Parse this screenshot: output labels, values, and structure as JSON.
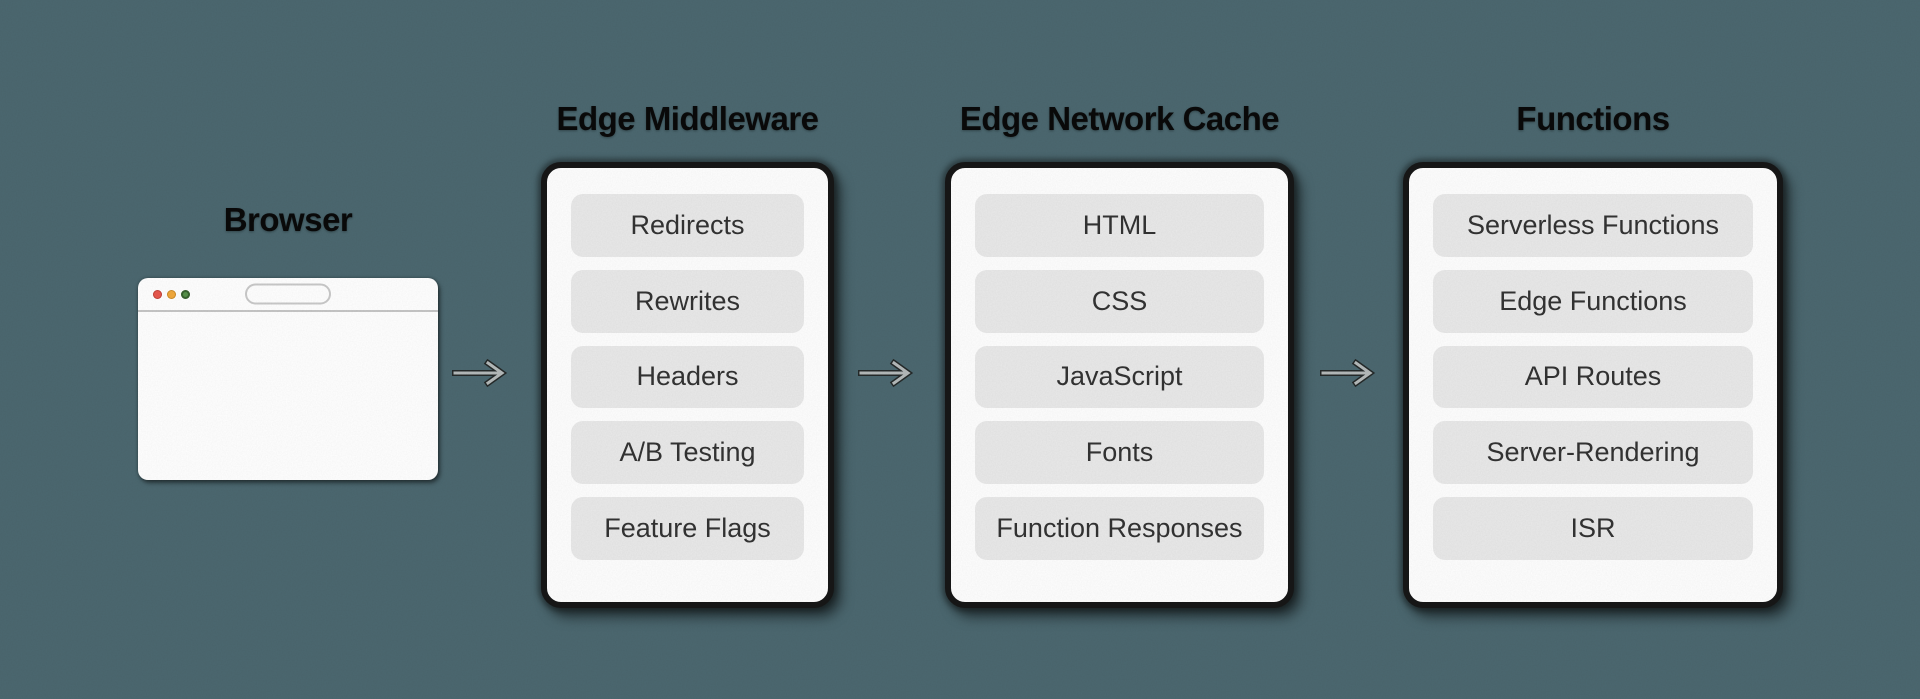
{
  "background_color": "#4C6870",
  "browser": {
    "title": "Browser",
    "address_bar_value": "",
    "traffic_light_colors": {
      "close": "#E8584E",
      "minimize": "#F2A93C",
      "fullscreen": "#57924A"
    }
  },
  "arrow_color": "#B5BABA",
  "columns": [
    {
      "title": "Edge Middleware",
      "items": [
        "Redirects",
        "Rewrites",
        "Headers",
        "A/B Testing",
        "Feature Flags"
      ]
    },
    {
      "title": "Edge Network Cache",
      "items": [
        "HTML",
        "CSS",
        "JavaScript",
        "Fonts",
        "Function Responses"
      ]
    },
    {
      "title": "Functions",
      "items": [
        "Serverless Functions",
        "Edge Functions",
        "API Routes",
        "Server-Rendering",
        "ISR"
      ]
    }
  ],
  "style_colors": {
    "card_background": "#FEFEFE",
    "card_border": "#171717",
    "item_background": "#E9E9E9",
    "item_text": "#333333",
    "title_text": "#0A0A0A"
  }
}
